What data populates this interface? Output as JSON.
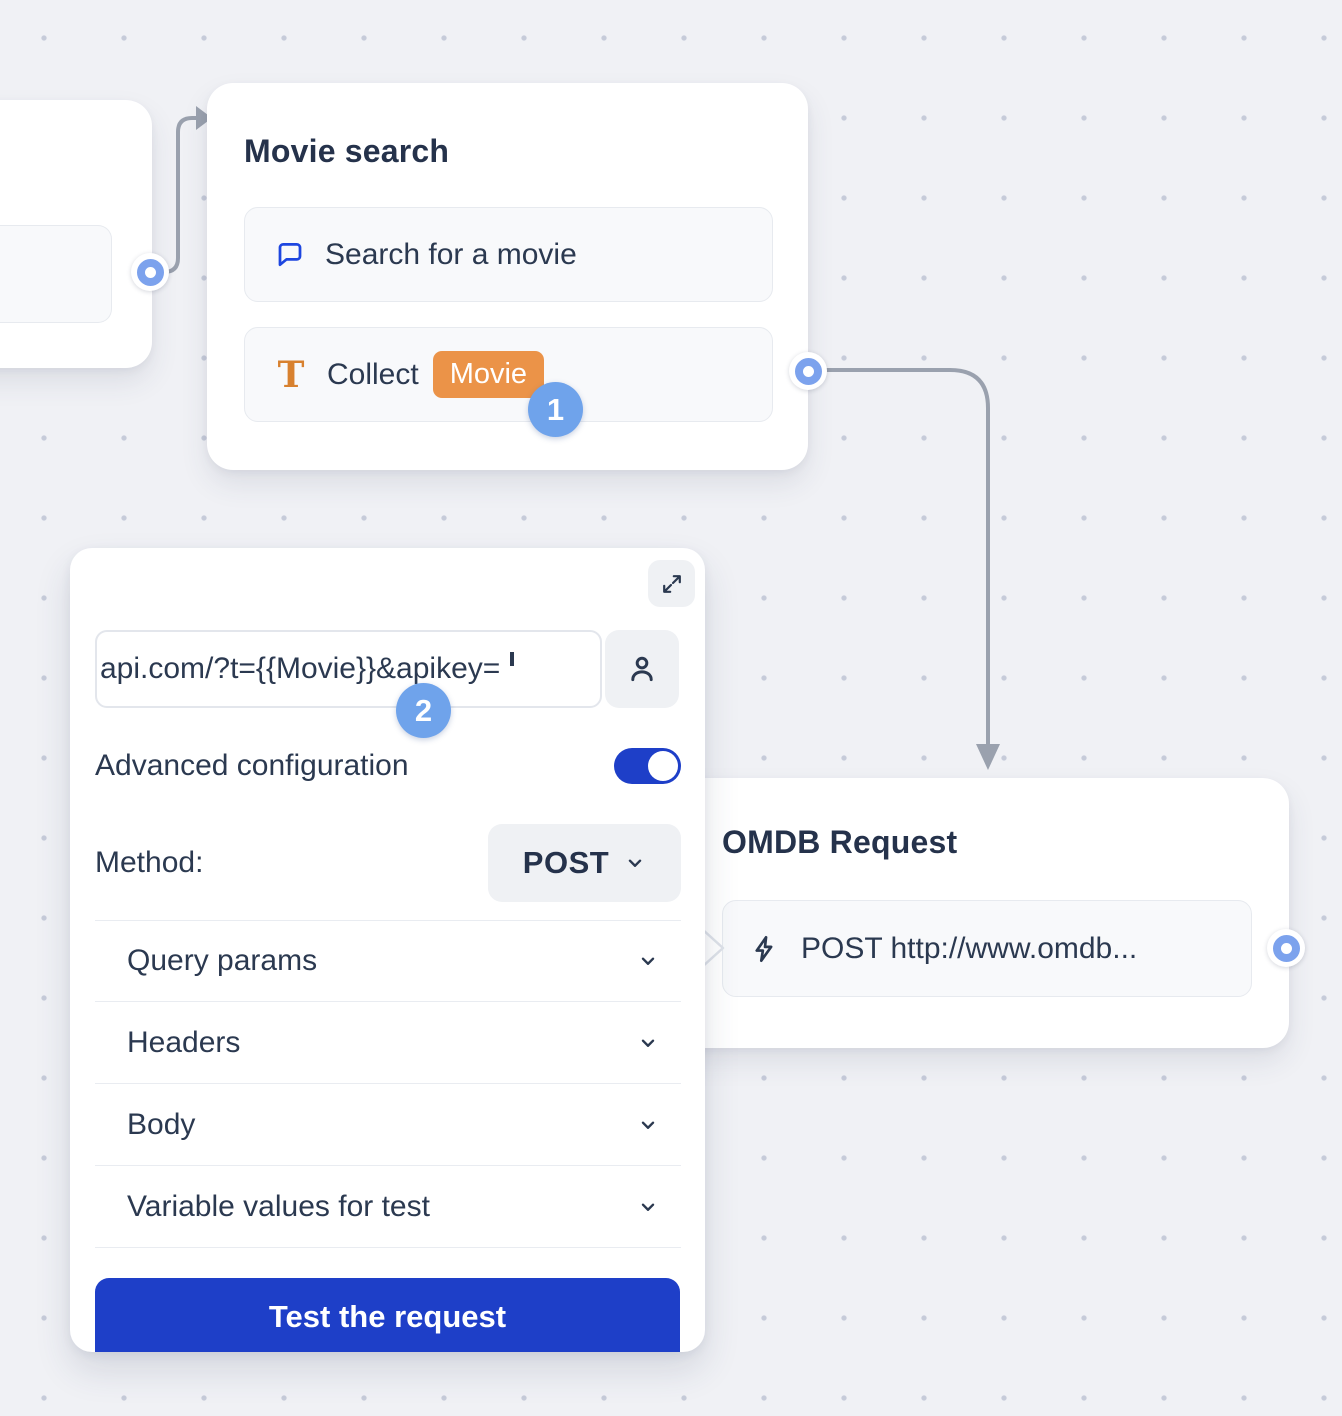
{
  "theme": {
    "background": "#f0f1f5",
    "dot_color": "#c6cbd9",
    "card_bg": "#ffffff",
    "block_bg": "#f8f9fb",
    "text_dark": "#2b3950",
    "accent_blue": "#1e3fc8",
    "step_badge_blue": "#6fa3eb",
    "variable_orange": "#eb9348",
    "chat_icon_blue": "#1d46e0",
    "text_icon_orange": "#d8812f",
    "connector_gray": "#9aa1ae",
    "port_ring_blue": "#7ca2ed"
  },
  "movie_search_node": {
    "title": "Movie search",
    "blocks": [
      {
        "icon": "chat-bubble-icon",
        "label": "Search for a movie"
      },
      {
        "icon": "text-collect-icon",
        "icon_glyph": "T",
        "label": "Collect",
        "variable_badge": "Movie"
      }
    ],
    "step_marker": "1"
  },
  "omdb_node": {
    "title": "OMDB Request",
    "block": {
      "icon": "lightning-icon",
      "label": "POST http://www.omdb..."
    }
  },
  "config_panel": {
    "url_field": {
      "value": "api.com/?t={{Movie}}&apikey="
    },
    "step_marker": "2",
    "advanced_configuration": {
      "label": "Advanced configuration",
      "enabled": true
    },
    "method": {
      "label": "Method:",
      "value": "POST"
    },
    "sections": [
      {
        "label": "Query params"
      },
      {
        "label": "Headers"
      },
      {
        "label": "Body"
      },
      {
        "label": "Variable values for test"
      }
    ],
    "test_button_label": "Test the request"
  }
}
